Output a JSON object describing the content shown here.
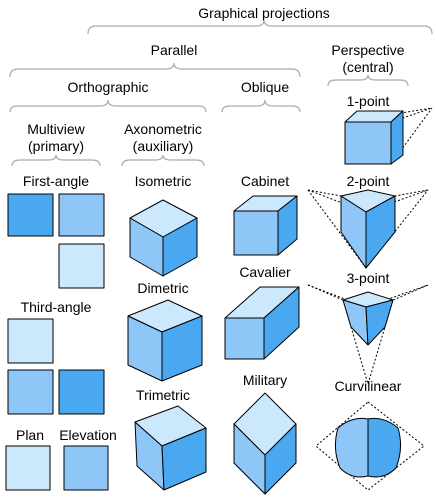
{
  "title": "Graphical projections",
  "labels": {
    "parallel": "Parallel",
    "perspective_line1": "Perspective",
    "perspective_line2": "(central)",
    "orthographic": "Orthographic",
    "oblique": "Oblique",
    "multiview_line1": "Multiview",
    "multiview_line2": "(primary)",
    "axonometric_line1": "Axonometric",
    "axonometric_line2": "(auxiliary)",
    "first_angle": "First-angle",
    "third_angle": "Third-angle",
    "plan": "Plan",
    "elevation": "Elevation",
    "isometric": "Isometric",
    "dimetric": "Dimetric",
    "trimetric": "Trimetric",
    "cabinet": "Cabinet",
    "cavalier": "Cavalier",
    "military": "Military",
    "one_point": "1-point",
    "two_point": "2-point",
    "three_point": "3-point",
    "curvilinear": "Curvilinear"
  },
  "colors": {
    "face_dark": "#4aa8f0",
    "face_medium": "#8ec6f8",
    "face_light": "#cbe8fd",
    "brace": "#aaaaaa",
    "edge": "#000000"
  }
}
